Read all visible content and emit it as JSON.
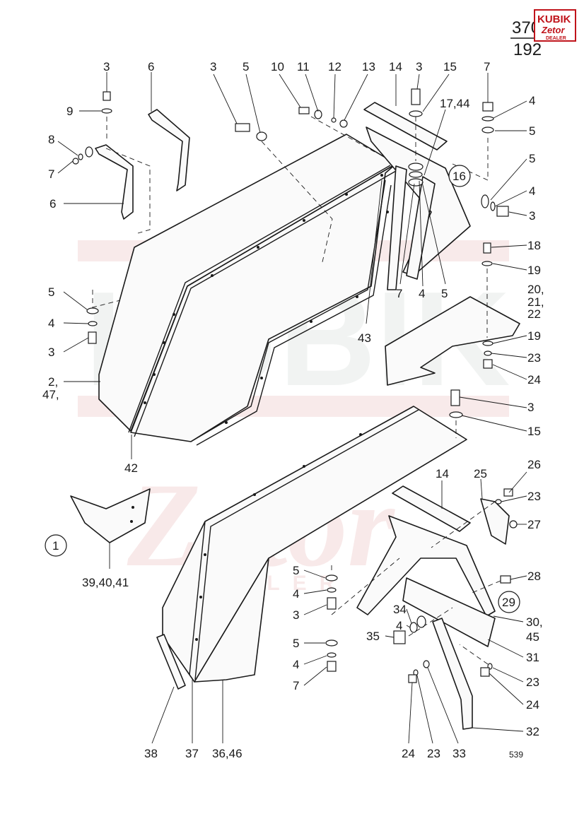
{
  "page_number": {
    "top": "370",
    "bottom": "192"
  },
  "logo": {
    "line1": "KUBIK",
    "line2": "Zetor",
    "line3": "DEALER"
  },
  "watermark": {
    "word1": "KUBIK",
    "word2": "Zetor",
    "word3": "DEALER"
  },
  "group_markers": [
    "1",
    "16",
    "29"
  ],
  "figure_code": "539",
  "callouts": {
    "c3a": "3",
    "c9": "9",
    "c8": "8",
    "c7a": "7",
    "c6a": "6",
    "c6b": "6",
    "c3b": "3",
    "c5a": "5",
    "c10": "10",
    "c11": "11",
    "c12": "12",
    "c13": "13",
    "c14a": "14",
    "c3c": "3",
    "c15a": "15",
    "c1744": "17,44",
    "c7b": "7",
    "c4a": "4",
    "c5b": "5",
    "c5c": "5",
    "c4b": "4",
    "c3d": "3",
    "c18": "18",
    "c19a": "19",
    "c20": "20,",
    "c21": "21,",
    "c22": "22",
    "c19b": "19",
    "c23a": "23",
    "c24a": "24",
    "c5d": "5",
    "c4c": "4",
    "c3e": "3",
    "c2": "2,",
    "c47": "47,",
    "c42": "42",
    "c43": "43",
    "c7c": "7",
    "c4d": "4",
    "c5e": "5",
    "c3f": "3",
    "c15b": "15",
    "c14b": "14",
    "c25": "25",
    "c26": "26",
    "c23b": "23",
    "c27": "27",
    "c28": "28",
    "c394041": "39,40,41",
    "c5f": "5",
    "c4e": "4",
    "c3g": "3",
    "c34": "34",
    "c4f": "4",
    "c35": "35",
    "c5g": "5",
    "c4g": "4",
    "c7d": "7",
    "c30": "30,",
    "c45": "45",
    "c31": "31",
    "c23c": "23",
    "c24b": "24",
    "c32": "32",
    "c38": "38",
    "c37": "37",
    "c3646": "36,46",
    "c24c": "24",
    "c23d": "23",
    "c33": "33"
  }
}
